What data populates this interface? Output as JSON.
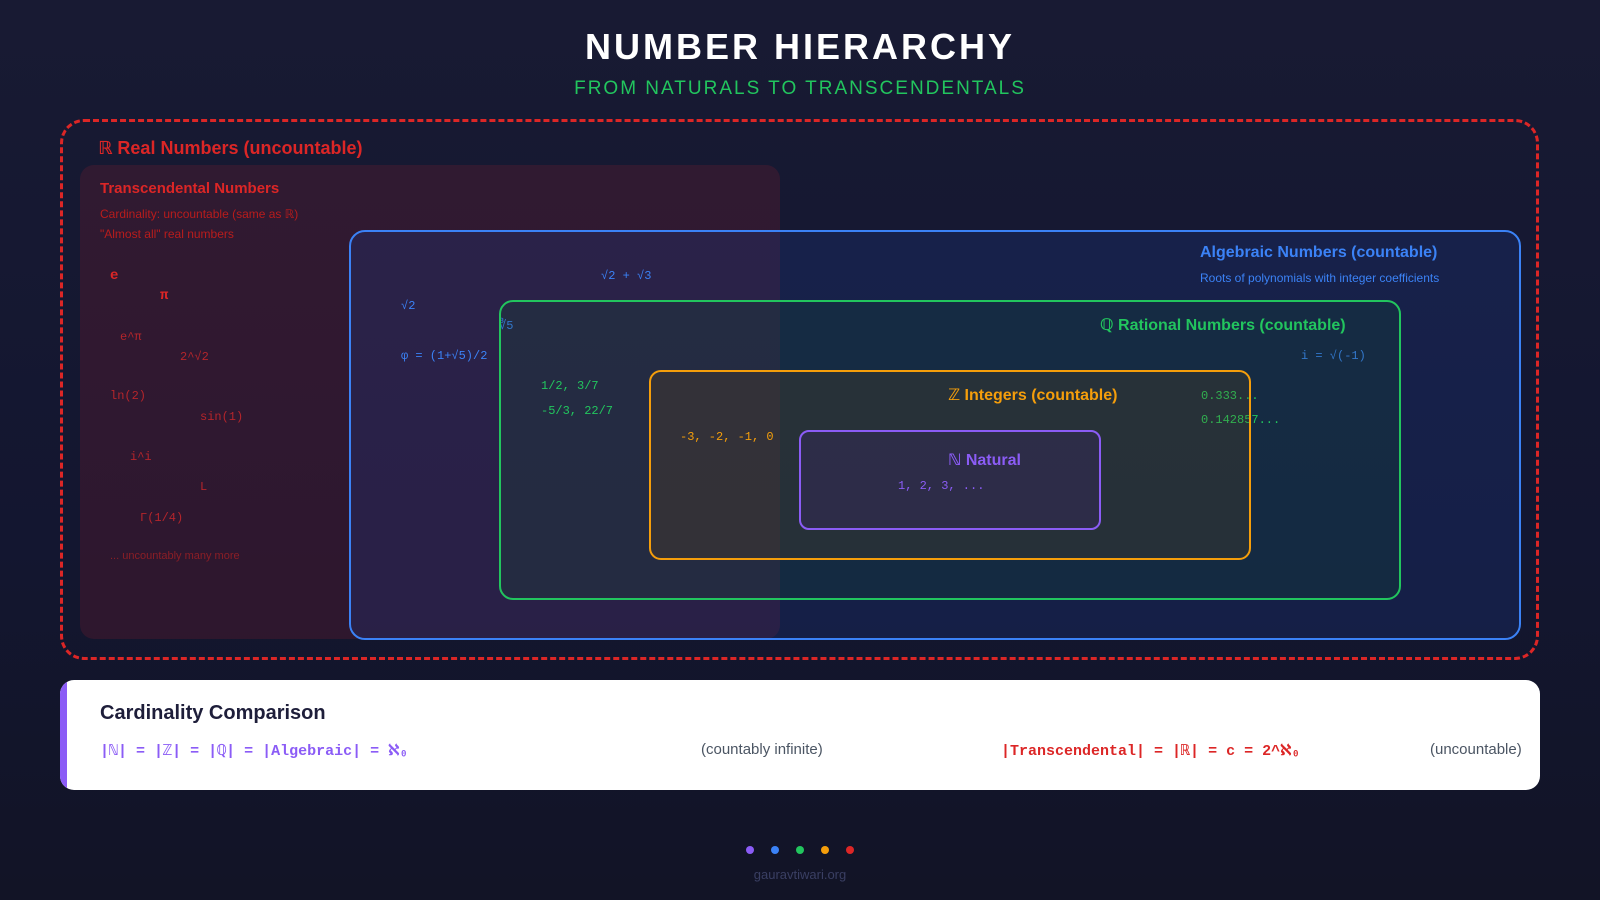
{
  "header": {
    "title": "NUMBER HIERARCHY",
    "subtitle": "FROM NATURALS TO TRANSCENDENTALS"
  },
  "sets": {
    "real": {
      "label": "ℝ Real Numbers (uncountable)",
      "color": "#dc2626"
    },
    "transcendental": {
      "title": "Transcendental Numbers",
      "notes": [
        "Cardinality: uncountable (same as ℝ)",
        "\"Almost all\" real numbers"
      ],
      "examples": [
        "e",
        "π",
        "e^π",
        "2^√2",
        "ln(2)",
        "sin(1)",
        "i^i",
        "L",
        "Γ(1/4)"
      ],
      "more": "... uncountably many more",
      "color": "#dc2626"
    },
    "algebraic": {
      "title": "Algebraic Numbers (countable)",
      "subtitle": "Roots of polynomials with integer coefficients",
      "examples": [
        "√2 + √3",
        "√2",
        "∛5",
        "φ = (1+√5)/2",
        "i = √(-1)"
      ],
      "color": "#3b82f6"
    },
    "rational": {
      "title": "ℚ Rational Numbers (countable)",
      "examples": [
        "1/2, 3/7",
        "-5/3, 22/7",
        "0.333...",
        "0.142857..."
      ],
      "color": "#22c55e"
    },
    "integers": {
      "title": "ℤ Integers (countable)",
      "examples": "-3, -2, -1, 0",
      "color": "#f59e0b"
    },
    "natural": {
      "title": "ℕ Natural",
      "examples": "1, 2, 3, ...",
      "color": "#8b5cf6"
    }
  },
  "cardinality": {
    "title": "Cardinality Comparison",
    "countable_formula": "|ℕ| = |ℤ| = |ℚ| = |Algebraic| = ℵ₀",
    "countable_note": "(countably infinite)",
    "uncountable_formula": "|Transcendental| = |ℝ| = c = 2^ℵ₀",
    "uncountable_note": "(uncountable)"
  },
  "legend_dots": [
    "#8b5cf6",
    "#3b82f6",
    "#22c55e",
    "#f59e0b",
    "#dc2626"
  ],
  "footer": "gauravtiwari.org"
}
